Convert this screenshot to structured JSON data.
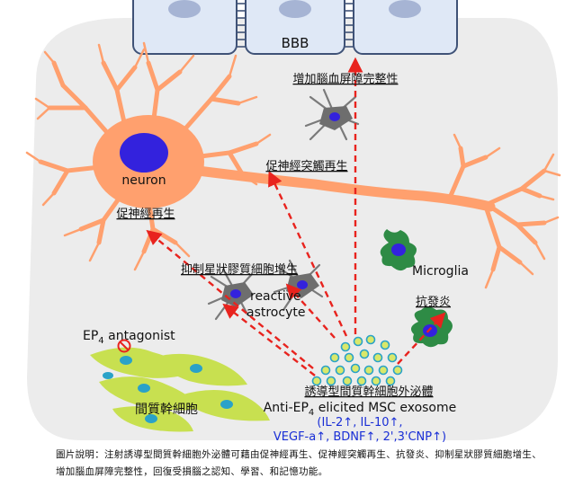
{
  "labels": {
    "bbb": "BBB",
    "bbb_integrity": "增加腦血屏障完整性",
    "synapse_regen": "促神經突觸再生",
    "neuron": "neuron",
    "nerve_regen": "促神經再生",
    "astro_inhibit": "抑制星狀膠質細胞增生",
    "reactive": "reactive",
    "astrocyte": "astrocyte",
    "microglia": "Microglia",
    "anti_inflammation": "抗發炎",
    "ep4_antagonist_pre": "EP",
    "ep4_antagonist_sub": "4",
    "ep4_antagonist_post": " antagonist",
    "msc": "間質幹細胞",
    "exosome_zh": "誘導型間質幹細胞外泌體",
    "exosome_en_pre": "Anti-EP",
    "exosome_en_sub": "4",
    "exosome_en_post": " elicited MSC exosome",
    "factors_line1": "(IL-2↑, IL-10↑,",
    "factors_line2": "VEGF-a↑, BDNF↑, 2',3'CNP↑)"
  },
  "caption": "圖片說明：注射誘導型間質幹細胞外泌體可藉由促神經再生、促神經突觸再生、抗發炎、抑制星狀膠質細胞增生、增加腦血屏障完整性，回復受損腦之認知、學習、和記憶功能。",
  "colors": {
    "neuron": "#ffa06e",
    "nucleus": "#3322dd",
    "arrow": "#e8231e",
    "astrocyte": "#7a7a7a",
    "microglia": "#2e8b45",
    "msc": "#c8e050",
    "msc_nucleus": "#2aa2c8",
    "exosome": "#d9e86a",
    "bbb_cell": "#dfe8f6"
  },
  "icons": [
    "no-symbol-icon"
  ]
}
